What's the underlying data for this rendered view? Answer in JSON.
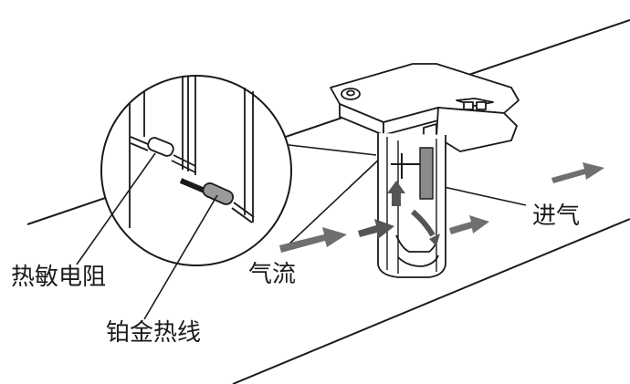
{
  "labels": {
    "thermistor": "热敏电阻",
    "platinum_wire": "铂金热线",
    "airflow": "气流",
    "intake": "进气"
  },
  "colors": {
    "line": "#1a1a1a",
    "arrow": "#6f6f6f",
    "arrow_dark": "#555555",
    "wire_gray": "#8a8a8a"
  }
}
